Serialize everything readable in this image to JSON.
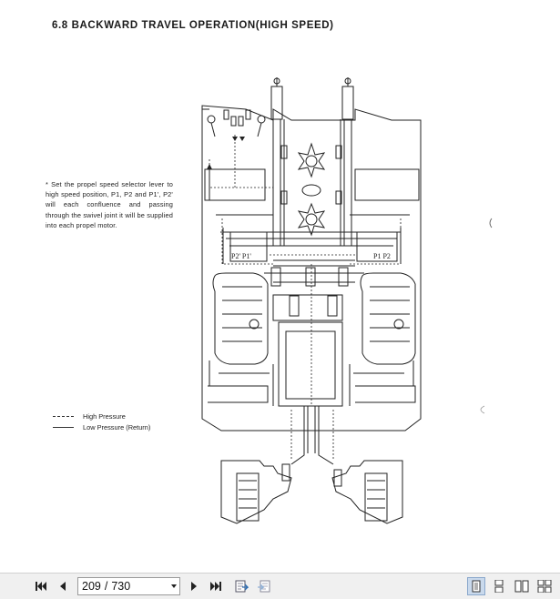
{
  "document": {
    "title": "6.8 BACKWARD TRAVEL OPERATION(HIGH SPEED)",
    "note": "* Set the propel speed selector lever to high speed position, P1, P2 and P1', P2' will each confluence and passing through the swivel joint it will be supplied into each propel motor.",
    "diagram_labels": {
      "left_ports": "P2' P1'",
      "right_ports": "P1 P2"
    },
    "legend": [
      {
        "label": "High Pressure",
        "style": "dashed"
      },
      {
        "label": "Low Pressure (Return)",
        "style": "solid"
      }
    ]
  },
  "toolbar": {
    "current_page": "209",
    "separator": "/",
    "total_pages": "730",
    "icons": [
      "first-page-icon",
      "previous-page-icon",
      "next-page-icon",
      "last-page-icon",
      "go-back-icon",
      "go-forward-icon",
      "single-page-view-icon",
      "continuous-view-icon",
      "two-page-view-icon",
      "two-page-continuous-view-icon"
    ],
    "active_view": "single-page-view"
  }
}
